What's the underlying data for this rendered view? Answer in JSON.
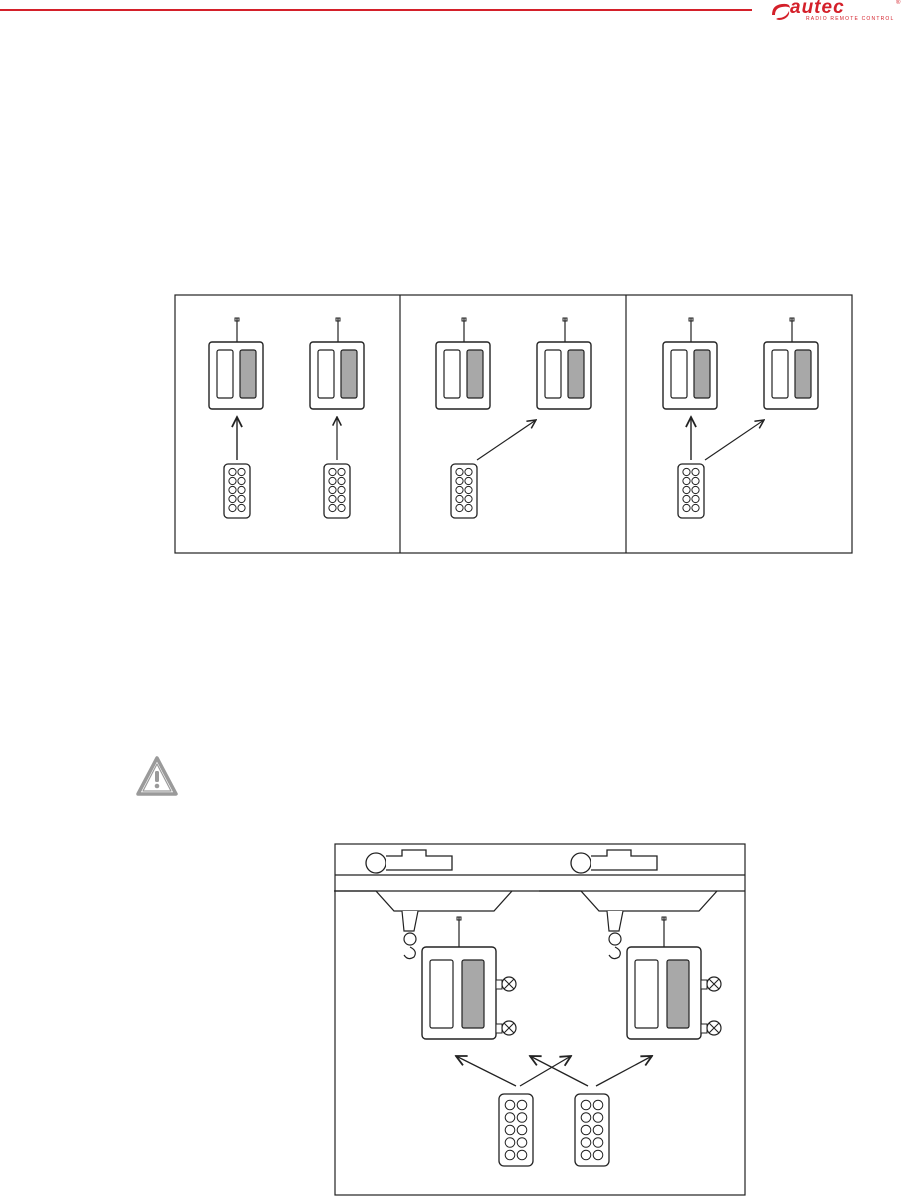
{
  "header": {
    "brand_text": "autec",
    "brand_registered": "®",
    "brand_tagline": "RADIO REMOTE CONTROL",
    "brand_color": "#d4202a",
    "rule_color": "#d4202a"
  },
  "figures": {
    "diagram_1": {
      "panels": 3,
      "receiver_fill": "#a8a8a8"
    },
    "diagram_2": {
      "cranes": 2,
      "transmitters": 2
    }
  },
  "warning": {
    "icon": "warning-triangle-icon",
    "color": "#9a9a9a"
  }
}
